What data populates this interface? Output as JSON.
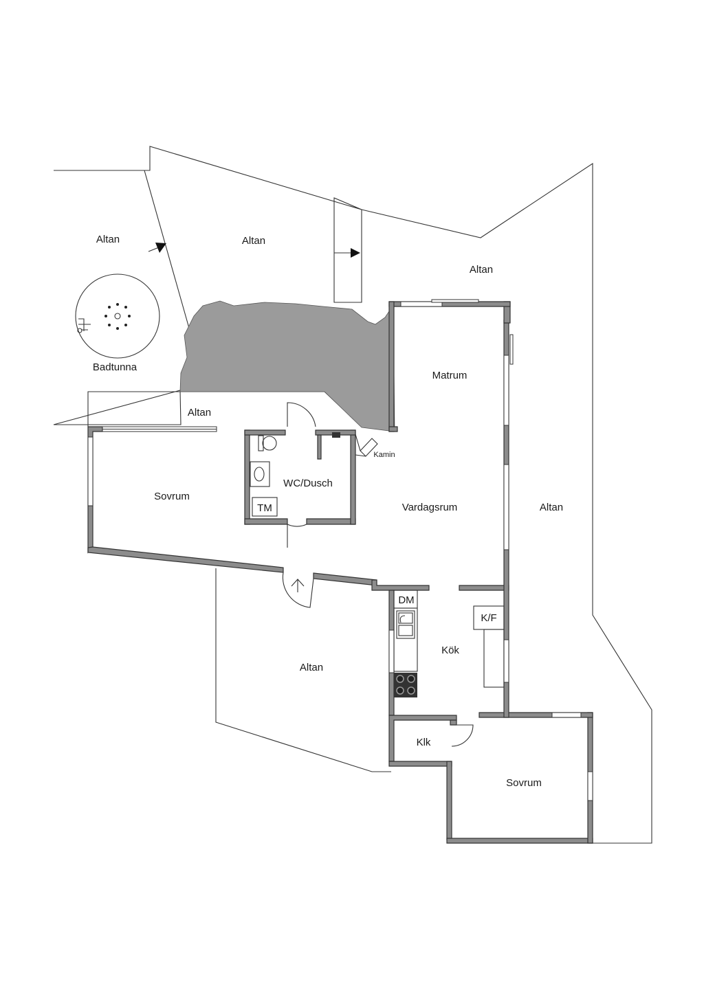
{
  "rooms": {
    "altan_nw": "Altan",
    "altan_n": "Altan",
    "altan_ne": "Altan",
    "altan_strip": "Altan",
    "altan_e": "Altan",
    "altan_s": "Altan",
    "badtunna": "Badtunna",
    "matrum": "Matrum",
    "sovrum_w": "Sovrum",
    "wc_dusch": "WC/Dusch",
    "vardagsrum": "Vardagsrum",
    "kok": "Kök",
    "klk": "Klk",
    "sovrum_se": "Sovrum"
  },
  "fixtures": {
    "kamin": "Kamin",
    "tm": "TM",
    "dm": "DM",
    "kf": "K/F"
  },
  "colors": {
    "wall_fill": "#8c8c8c",
    "rock_fill": "#9b9b9b",
    "line": "#333333",
    "background": "#ffffff"
  }
}
